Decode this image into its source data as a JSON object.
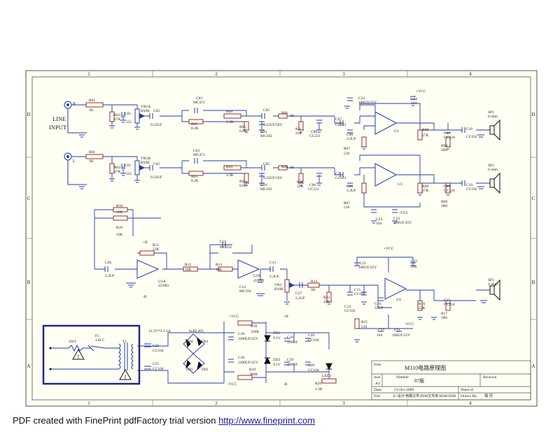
{
  "grid": {
    "cols": [
      "1",
      "2",
      "3",
      "4"
    ],
    "rows": [
      "D",
      "C",
      "B",
      "A"
    ]
  },
  "input": {
    "title1": "LINE",
    "title2": "INPUT",
    "right": "R",
    "left": "L"
  },
  "ch_r": {
    "r01": "R01",
    "r01v": "1K",
    "r02": "R02",
    "r02v": "47K",
    "c01": "C01",
    "c01v": "221",
    "vr1": "VR1A",
    "vr1v": "B50K",
    "c02": "C02",
    "c02v": "0.22UF",
    "c03": "C03",
    "c03v": "MC472",
    "r03": "R03",
    "r03v": "8.2K",
    "r04": "R04",
    "r04v": "3.3K",
    "r05": "R05",
    "r05v": "6.8K",
    "c05": "C05",
    "c05v": "0.22UF/50V",
    "c04": "C04",
    "c04v": "MC102",
    "r06": "R06",
    "r06v": "1K",
    "r21": "R21",
    "r21v": "22K",
    "c06": "C06",
    "c06v": "CC221",
    "c07": "C07",
    "c07v": "CC221",
    "c08": "C08",
    "c08v": "3.3UF",
    "r07": "R07",
    "r07v": "510",
    "u2": "U2",
    "r08": "R08",
    "r08v": "27K",
    "c09": "C09",
    "c09v": "CC224",
    "r09": "R09",
    "r09v": "1R0",
    "c10": "C10",
    "c10v": "CC102",
    "sp": "SP1",
    "spv": "6 ohm",
    "c23": "C23",
    "c23v": "100UF/25V",
    "c24": "C24",
    "c24v": "104",
    "vcc": "+VCC"
  },
  "ch_l": {
    "r01": "R01",
    "r01v": "1K",
    "r02": "R02",
    "r02v": "47K",
    "c01": "C01",
    "c01v": "221",
    "vr1": "VR1B",
    "vr1v": "B50K",
    "c02": "C02",
    "c02v": "0.22UF",
    "c03": "C03",
    "c03v": "MC472",
    "r03": "R03",
    "r03v": "8.2K",
    "r04": "R04",
    "r04v": "3.3K",
    "r05": "R05",
    "r05v": "6.8K",
    "c05": "C05",
    "c05v": "0.22UF/50V",
    "c04": "C04",
    "c04v": "MC102",
    "r06": "R06",
    "r06v": "1K",
    "r21": "R21",
    "r21v": "22K",
    "c06": "C06",
    "c06v": "CC221",
    "c07": "C7",
    "c07v": "CC221",
    "c08": "C08",
    "c08v": "3.3UF",
    "r07": "R07",
    "r07v": "510",
    "u3": "U3",
    "r08": "R08",
    "r08v": "27K",
    "c09": "C09",
    "c09v": "CC224",
    "r09": "R09",
    "r09v": "1R0",
    "c10": "C10",
    "c10v": "CC102",
    "sp": "SP2",
    "spv": "6 ohm",
    "c24": "C24",
    "c24v": "104",
    "c23": "C23",
    "c23v": "100UF/25V",
    "vcc": "-VCC"
  },
  "mix": {
    "r10a": "R10",
    "r10av": "10K",
    "r10b": "R10",
    "r10bv": "10K",
    "c26": "C26",
    "c26v": "2.2UF",
    "r11": "R11",
    "r11v": "22K",
    "u1": "U1A",
    "u1v": "4558D",
    "vp": "+B",
    "vn": "-B",
    "r12": "R12",
    "r12v": "10K",
    "c11": "C11",
    "c11v": "MC224",
    "r13": "R13",
    "r13v": "10K",
    "u1b": "U1B",
    "u1bv": "4558D",
    "c12": "C12",
    "c12v": "MC104",
    "c13": "C13",
    "c13v": "2.2UF",
    "vr2": "VR2",
    "vr2v": "B10K",
    "c27": "C27",
    "c27v": "2.2UF",
    "r14": "R14",
    "r14v": "1K"
  },
  "sub": {
    "vcc": "+VCC",
    "vccn": "-VCC",
    "c21": "C21",
    "c21v": "100UF/25V",
    "c22": "C22",
    "c22v": "104",
    "c15": "C15",
    "c15v": "CC102",
    "r22": "R22",
    "r22v": "22K",
    "c14": "C14",
    "c14v": "CC102",
    "r15": "R15",
    "r15v": "510",
    "c16": "C16",
    "c16v": "22UF",
    "u4": "U4",
    "r16": "R16",
    "r16v": "22K",
    "c17": "C17",
    "c17v": "CC224",
    "r17": "R17",
    "r17v": "1R0",
    "sp": "SP3",
    "spv": "4 ohm",
    "c27b": "C27",
    "c27bv": "104",
    "c21b": "C21",
    "c21bv": "100UF/25V"
  },
  "psu": {
    "sw": "SW1",
    "f1": "F1",
    "f1v": "130 C",
    "t1": "T1",
    "vac": "12.5V*2-1.1A",
    "bridge": "6xRL205",
    "c25": "C25",
    "c25v": "CC104",
    "c25b": "C25",
    "c25bv": "CC104",
    "d04": "D04",
    "d01": "D01",
    "d03": "D03",
    "d02": "D02",
    "vccp": "+VCC",
    "vccn": "-VCC",
    "bp": "+B",
    "bn": "-B",
    "c18": "C18",
    "c18v": "3300UF/25V",
    "c18b": "C18",
    "c18bv": "3300UF/25V",
    "r18": "R18",
    "r18v": "330R",
    "r18b": "R18",
    "r18bv": "300R",
    "zd1": "ZD1",
    "zd1v": "9.1V",
    "zd2": "ZD2",
    "zd2v": "9.1V",
    "c19": "C19",
    "c19v": "100UF",
    "c19b": "C19",
    "c19bv": "100UF",
    "c20": "C20",
    "c20v": "CC104",
    "c20b": "C20",
    "c20bv": "CC104",
    "led": "LED1",
    "r20": "R20",
    "r20v": "1.5K"
  },
  "title_block": {
    "title_label": "Title",
    "title": "M310电路原理图",
    "size_label": "Size",
    "size": "A4",
    "number_label": "Number",
    "number": "07版",
    "revision_label": "Revision",
    "date_label": "Date:",
    "date": "21-Oct-2009",
    "sheet_label": "Sheet  of",
    "file_label": "File:",
    "file": "E:\\设计\\电路文件\\DDB文件夹\\M300.DDB",
    "drawn_label": "Drawn By:",
    "drawn": "邹  庆"
  },
  "footer": {
    "text": "PDF created with FinePrint pdfFactory trial version ",
    "link": "http://www.fineprint.com"
  }
}
